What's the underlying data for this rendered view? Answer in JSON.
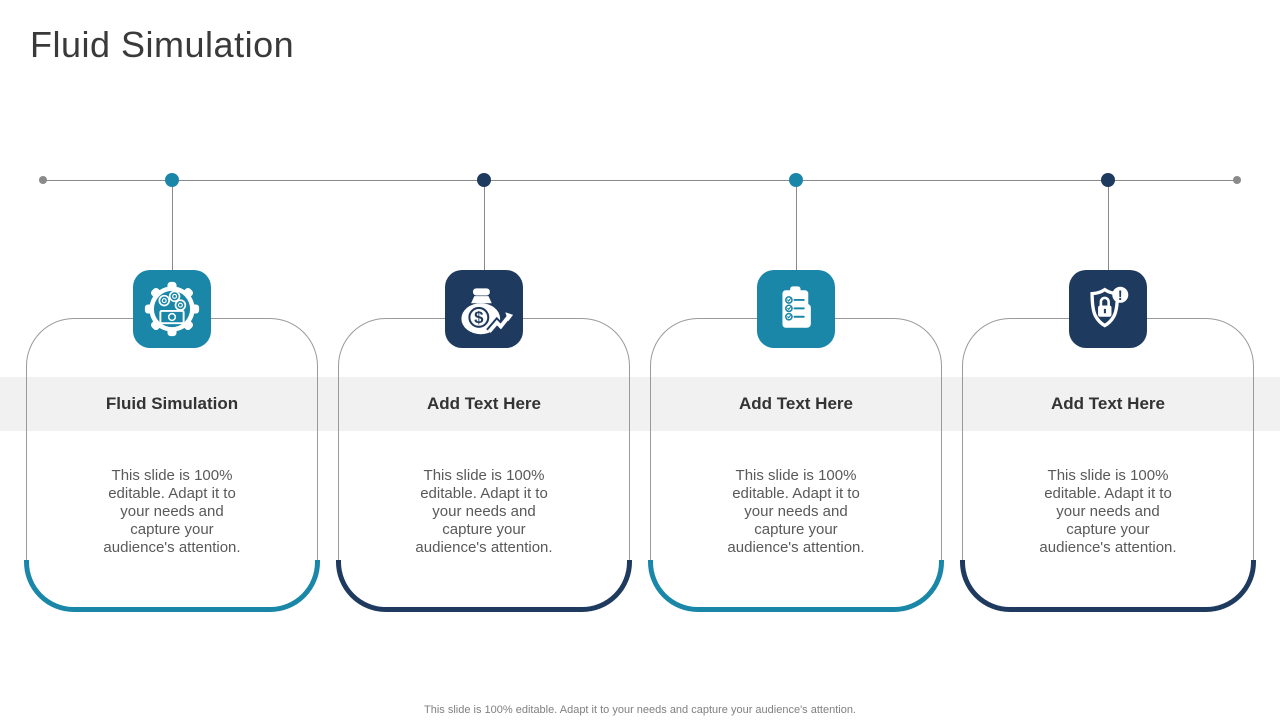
{
  "slide": {
    "title": "Fluid Simulation",
    "footer": "This slide is 100% editable. Adapt it to your needs and capture your audience's attention."
  },
  "colors": {
    "teal_accent": "#1a87a8",
    "navy_accent": "#1f3a5f",
    "timeline_gray": "#8a8a8a",
    "band_gray": "#f1f1f1",
    "title_text": "#3a3a3a",
    "body_text": "#595959"
  },
  "timeline": {
    "node_colors": [
      "#1a87a8",
      "#1f3a5f",
      "#1a87a8",
      "#1f3a5f"
    ]
  },
  "cards": [
    {
      "icon": "gear-money-icon",
      "accent": "#1a87a8",
      "title": "Fluid Simulation",
      "body": "This slide is 100%\neditable. Adapt it to\nyour needs and\ncapture your\naudience's attention."
    },
    {
      "icon": "money-bag-growth-icon",
      "accent": "#1f3a5f",
      "title": "Add Text Here",
      "body": "This slide is 100%\neditable. Adapt it to\nyour needs and\ncapture your\naudience's attention."
    },
    {
      "icon": "checklist-clipboard-icon",
      "accent": "#1a87a8",
      "title": "Add Text Here",
      "body": "This slide is 100%\neditable. Adapt it to\nyour needs and\ncapture your\naudience's attention."
    },
    {
      "icon": "shield-lock-icon",
      "accent": "#1f3a5f",
      "title": "Add Text Here",
      "body": "This slide is 100%\neditable. Adapt it to\nyour needs and\ncapture your\naudience's attention."
    }
  ]
}
